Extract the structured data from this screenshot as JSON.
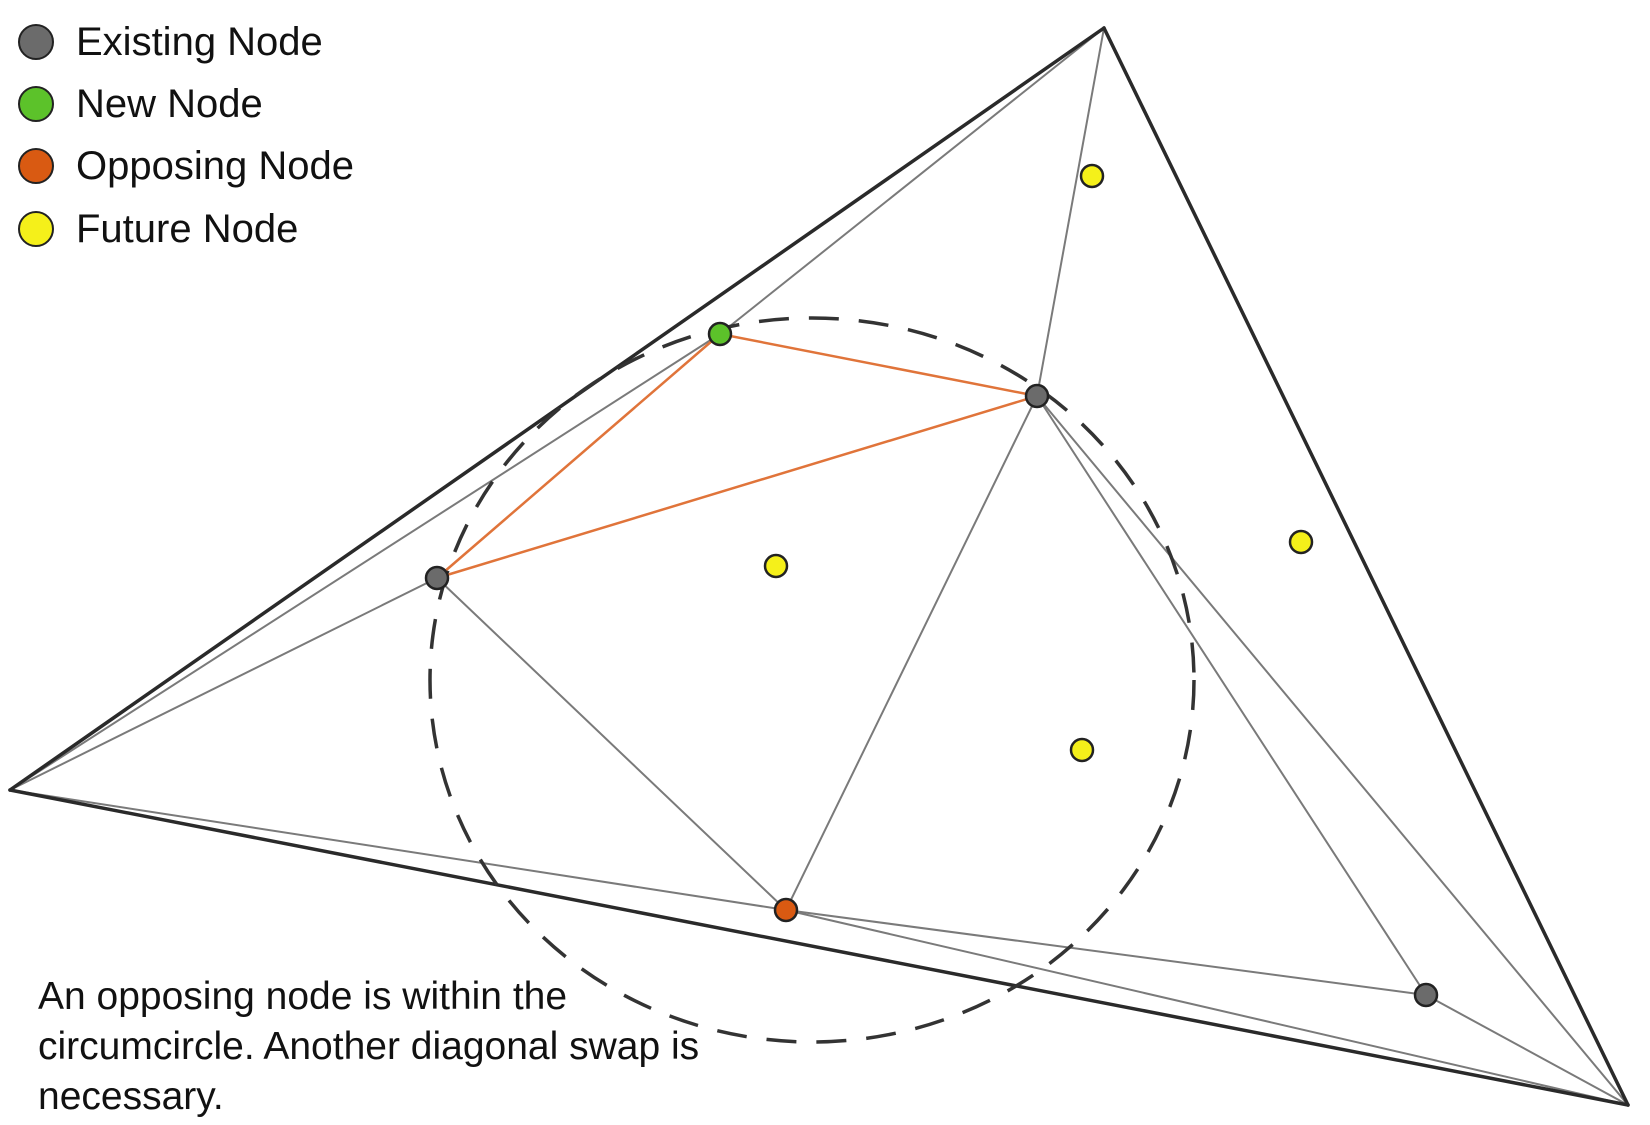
{
  "legend": [
    {
      "label": "Existing Node",
      "color": "#6b6b6b"
    },
    {
      "label": "New Node",
      "color": "#5cc22a"
    },
    {
      "label": "Opposing Node",
      "color": "#d95a12"
    },
    {
      "label": "Future Node",
      "color": "#f5f01a"
    }
  ],
  "caption": {
    "line1": "An opposing node is within the",
    "line2": "circumcircle. Another diagonal swap is",
    "line3": "necessary."
  },
  "colors": {
    "outline": "#2a2a2a",
    "mesh_edge": "#7a7a7a",
    "highlight_edge": "#e0743a",
    "circumcircle": "#333333"
  }
}
